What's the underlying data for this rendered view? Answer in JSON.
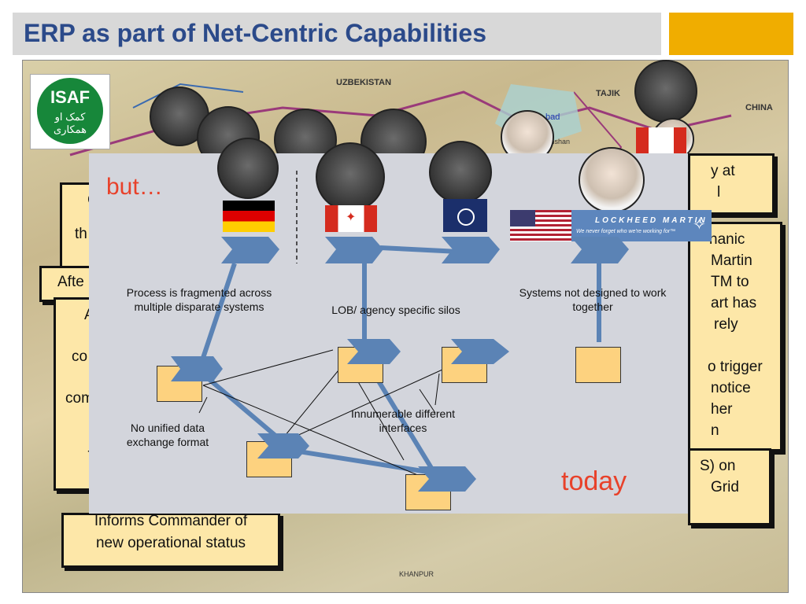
{
  "title": "ERP as part of Net-Centric Capabilities",
  "map": {
    "labels": [
      "UZBEKISTAN",
      "TAJIK",
      "CHINA",
      "KHANPUR"
    ],
    "city_labels": [
      "bad",
      "khshan"
    ]
  },
  "isaf": {
    "name": "ISAF",
    "subtitle": "کمک او همکاری"
  },
  "background_boxes": {
    "left_top": {
      "lines": [
        "C",
        "th"
      ]
    },
    "left_mid": {
      "lines": [
        "Afte"
      ]
    },
    "left_inner": {
      "lines": [
        "A",
        "co",
        "com",
        "-"
      ]
    },
    "left_bottom": {
      "lines": [
        "Informs Commander of",
        "new operational status"
      ]
    },
    "right_top": {
      "lines": [
        "y at",
        "l"
      ]
    },
    "right_mid": {
      "lines": [
        "hanic",
        "Martin",
        "TM to",
        "art has",
        "rely",
        "",
        "o trigger",
        "notice",
        "her",
        "n"
      ]
    },
    "right_bottom": {
      "lines": [
        "S) on",
        "Grid"
      ]
    }
  },
  "overlay": {
    "but_label": "but…",
    "today_label": "today",
    "captions": {
      "fragmented": "Process  is fragmented across multiple disparate systems",
      "silos": "LOB/ agency specific silos",
      "not_designed": "Systems not designed to work together",
      "no_unified": "No unified  data exchange format",
      "innumerable": "Innumerable  different interfaces"
    },
    "lm_logo": {
      "name": "LOCKHEED MARTIN",
      "tagline": "We never forget who we're working for™"
    }
  },
  "colors": {
    "title": "#2b4a8a",
    "accent": "#f0ad00",
    "arrow": "#5b83b5",
    "box": "#fde7a8",
    "red_text": "#e8412a"
  }
}
